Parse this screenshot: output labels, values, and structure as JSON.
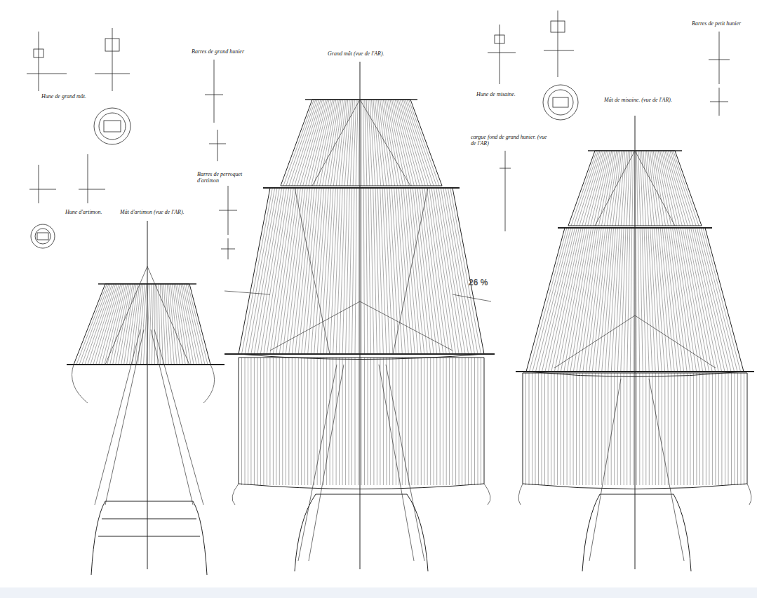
{
  "diagram": {
    "labels": [
      "Hune de grand mât.",
      "Barres de grand hunier",
      "Grand mât (vue de l'AR).",
      "Barres de perroquet d'artimon",
      "Hune d'artimon.",
      "Mât d'artimon (vue de l'AR).",
      "Hune de misaine.",
      "cargue fond de grand hunier. (vue de l'AR)",
      "Mât de misaine. (vue de l'AR).",
      "Barres de petit hunier",
      "26 %"
    ]
  }
}
